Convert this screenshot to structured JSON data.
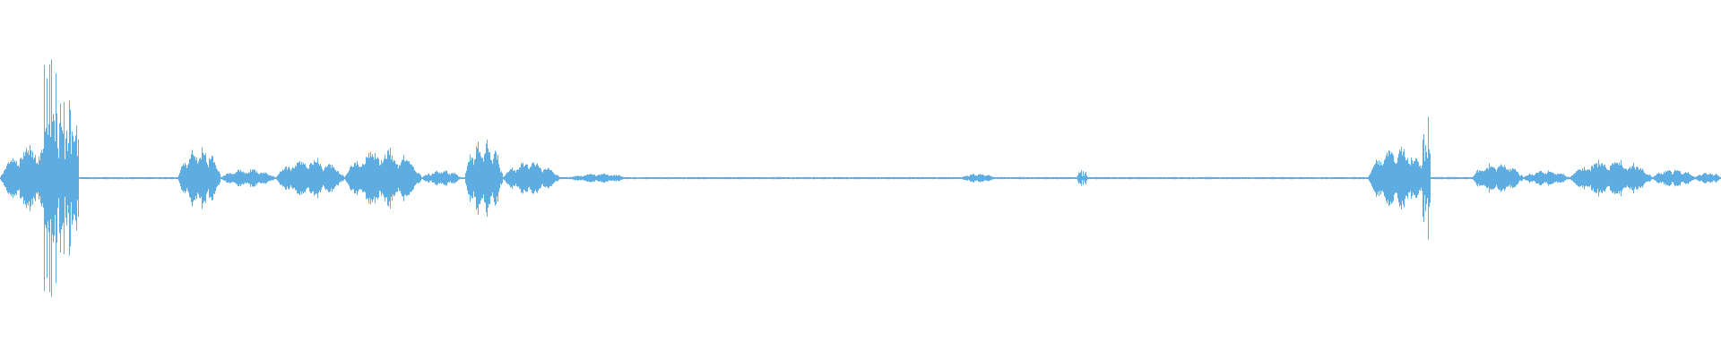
{
  "waveform": {
    "color": "#5DADE2",
    "segments": [
      {
        "from": 0.0,
        "to": 0.046,
        "amp": 0.22,
        "bursty": true
      },
      {
        "from": 0.025,
        "to": 0.034,
        "amp": 0.72,
        "spiky": true
      },
      {
        "from": 0.034,
        "to": 0.046,
        "amp": 0.55,
        "spiky": true
      },
      {
        "from": 0.103,
        "to": 0.128,
        "amp": 0.2,
        "bursty": true
      },
      {
        "from": 0.128,
        "to": 0.16,
        "amp": 0.06,
        "bursty": true
      },
      {
        "from": 0.16,
        "to": 0.2,
        "amp": 0.13,
        "bursty": true
      },
      {
        "from": 0.2,
        "to": 0.245,
        "amp": 0.19,
        "bursty": true
      },
      {
        "from": 0.245,
        "to": 0.268,
        "amp": 0.05,
        "bursty": true
      },
      {
        "from": 0.27,
        "to": 0.292,
        "amp": 0.25,
        "bursty": true
      },
      {
        "from": 0.292,
        "to": 0.325,
        "amp": 0.11,
        "bursty": true
      },
      {
        "from": 0.33,
        "to": 0.365,
        "amp": 0.03,
        "bursty": true
      },
      {
        "from": 0.558,
        "to": 0.578,
        "amp": 0.03,
        "bursty": true
      },
      {
        "from": 0.626,
        "to": 0.632,
        "amp": 0.05,
        "spiky": true
      },
      {
        "from": 0.795,
        "to": 0.829,
        "amp": 0.2,
        "bursty": true
      },
      {
        "from": 0.826,
        "to": 0.831,
        "amp": 0.38,
        "spiky": true
      },
      {
        "from": 0.855,
        "to": 0.885,
        "amp": 0.1,
        "bursty": true
      },
      {
        "from": 0.885,
        "to": 0.912,
        "amp": 0.05,
        "bursty": true
      },
      {
        "from": 0.912,
        "to": 0.96,
        "amp": 0.12,
        "bursty": true
      },
      {
        "from": 0.96,
        "to": 0.985,
        "amp": 0.06,
        "bursty": true
      },
      {
        "from": 0.985,
        "to": 1.0,
        "amp": 0.04,
        "bursty": true
      }
    ],
    "baseline_amp": 0.006
  }
}
